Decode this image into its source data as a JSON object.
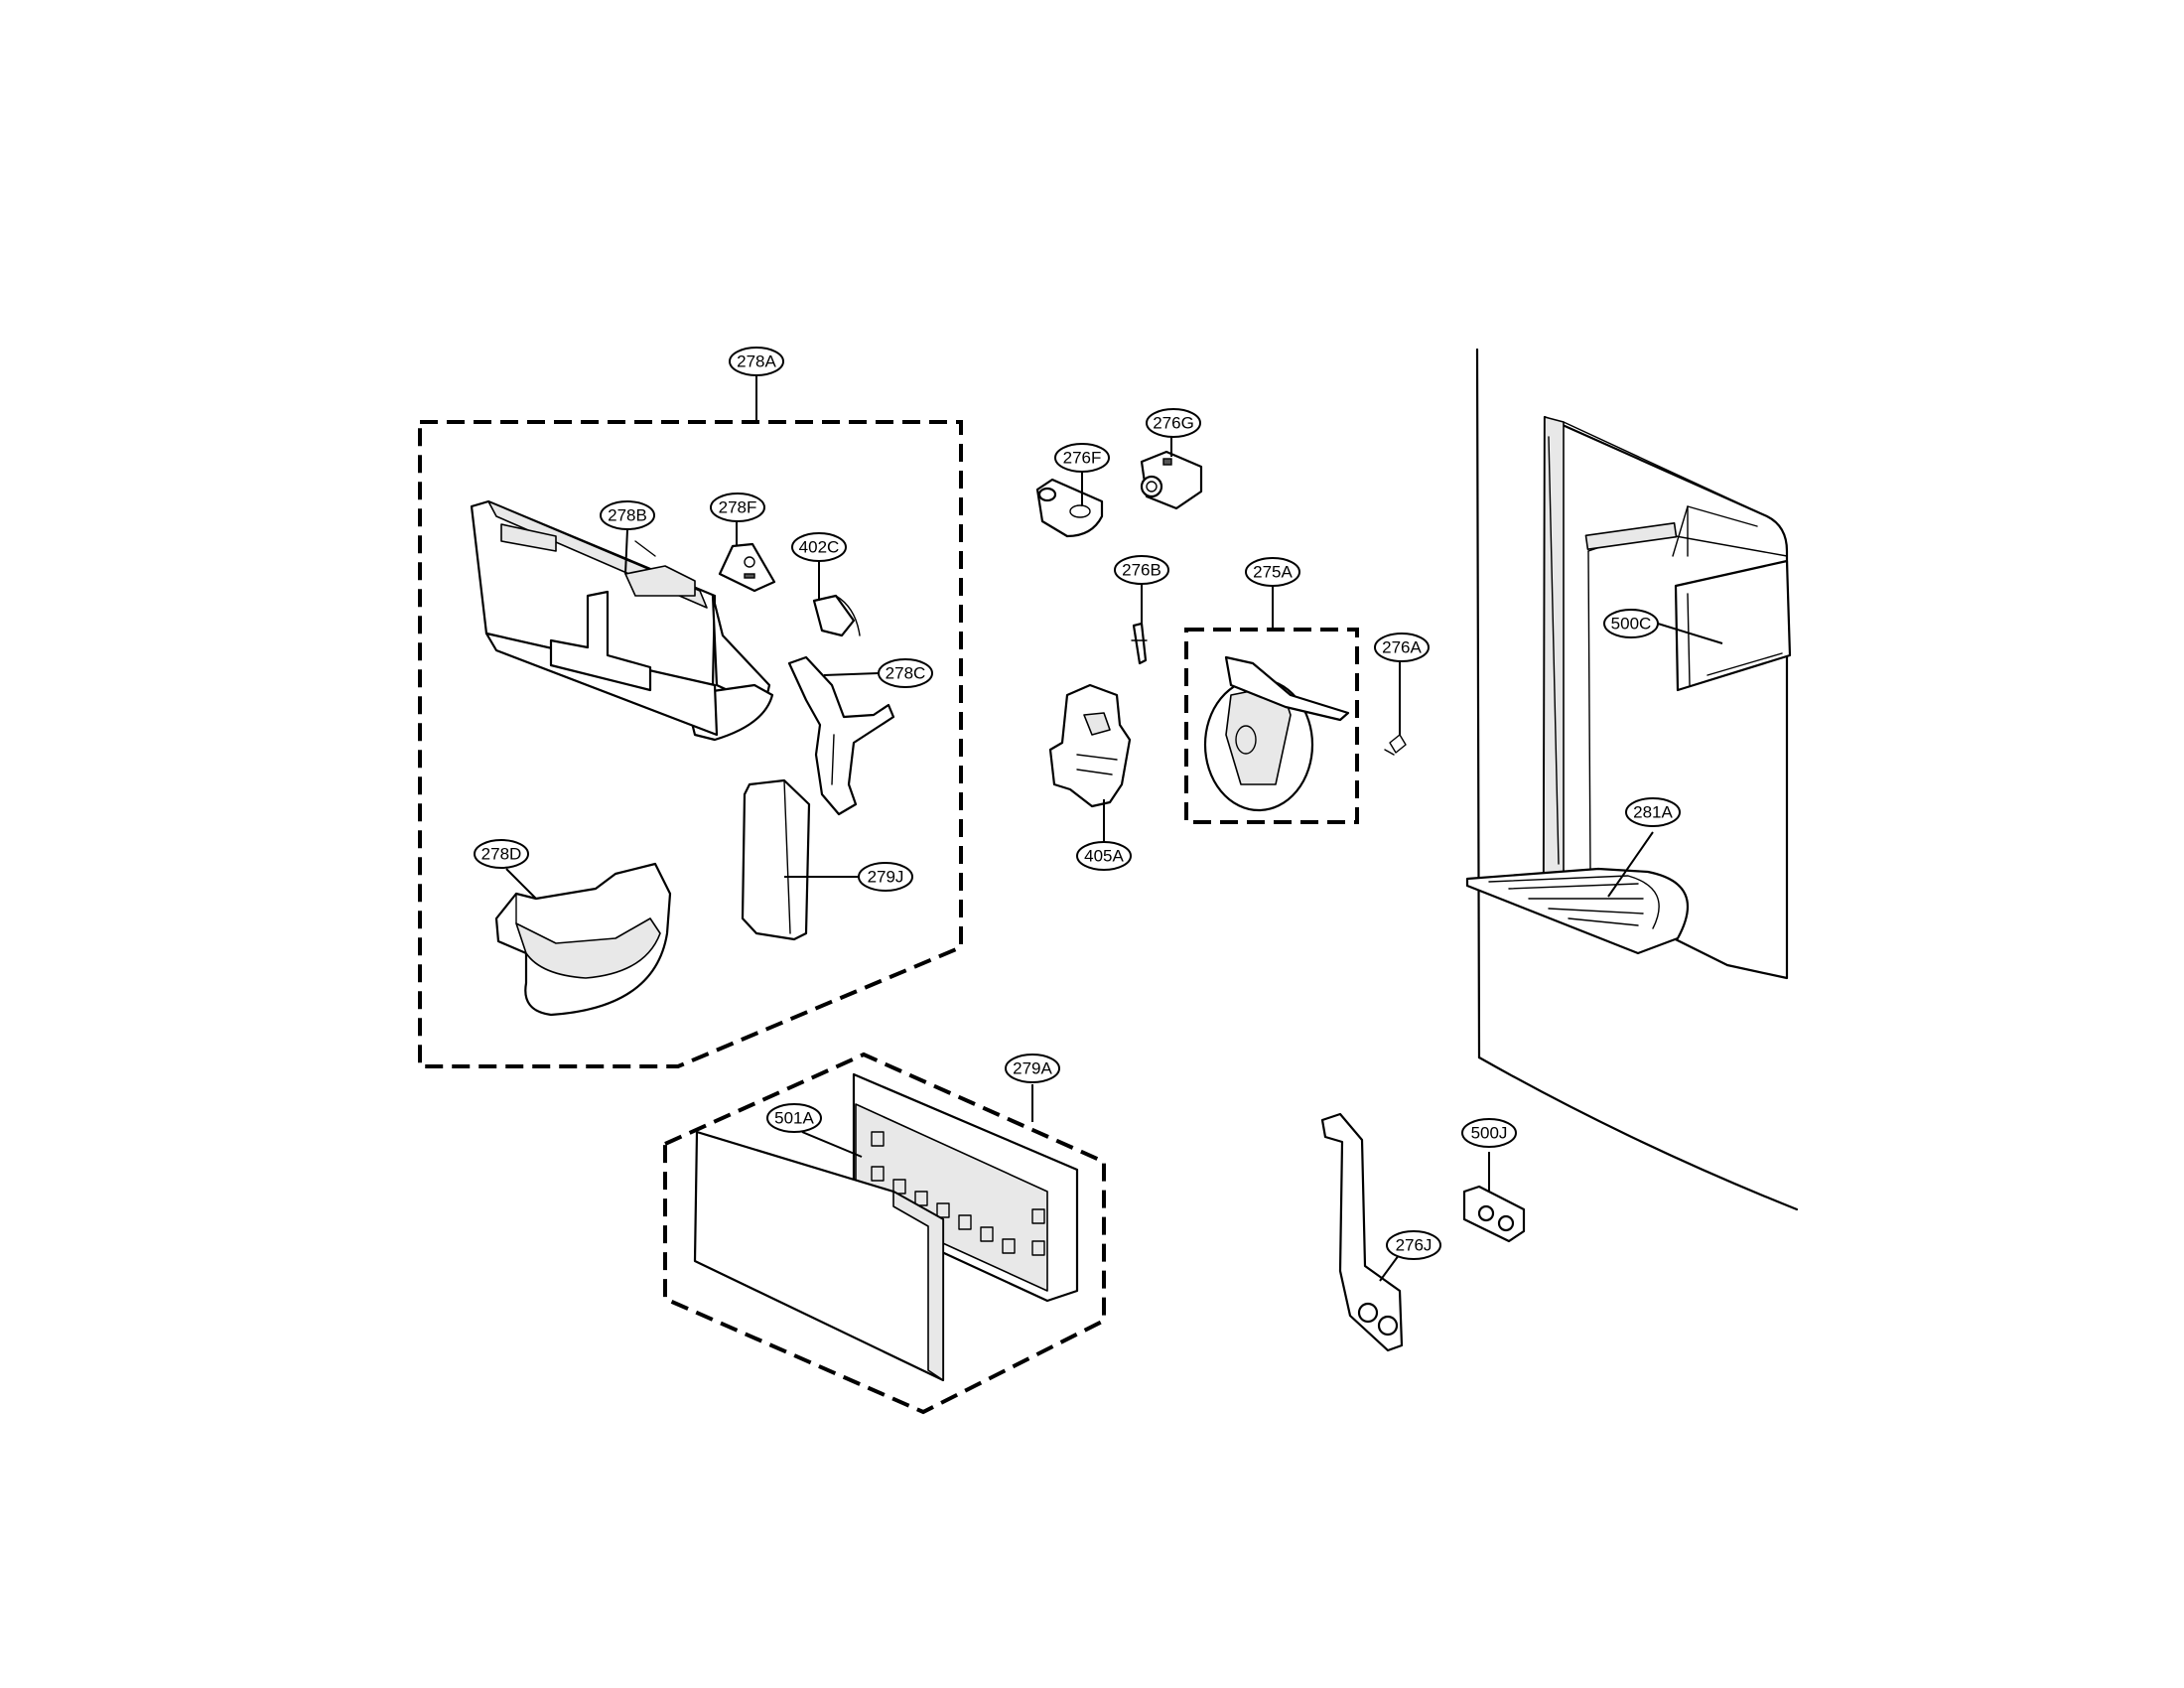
{
  "diagram": {
    "callouts": {
      "c278A": "278A",
      "c278B": "278B",
      "c278F": "278F",
      "c402C": "402C",
      "c278C": "278C",
      "c278D": "278D",
      "c279J": "279J",
      "c276F": "276F",
      "c276G": "276G",
      "c276B": "276B",
      "c275A": "275A",
      "c276A": "276A",
      "c405A": "405A",
      "c500C": "500C",
      "c281A": "281A",
      "c279A": "279A",
      "c501A": "501A",
      "c500J": "500J",
      "c276J": "276J"
    }
  }
}
